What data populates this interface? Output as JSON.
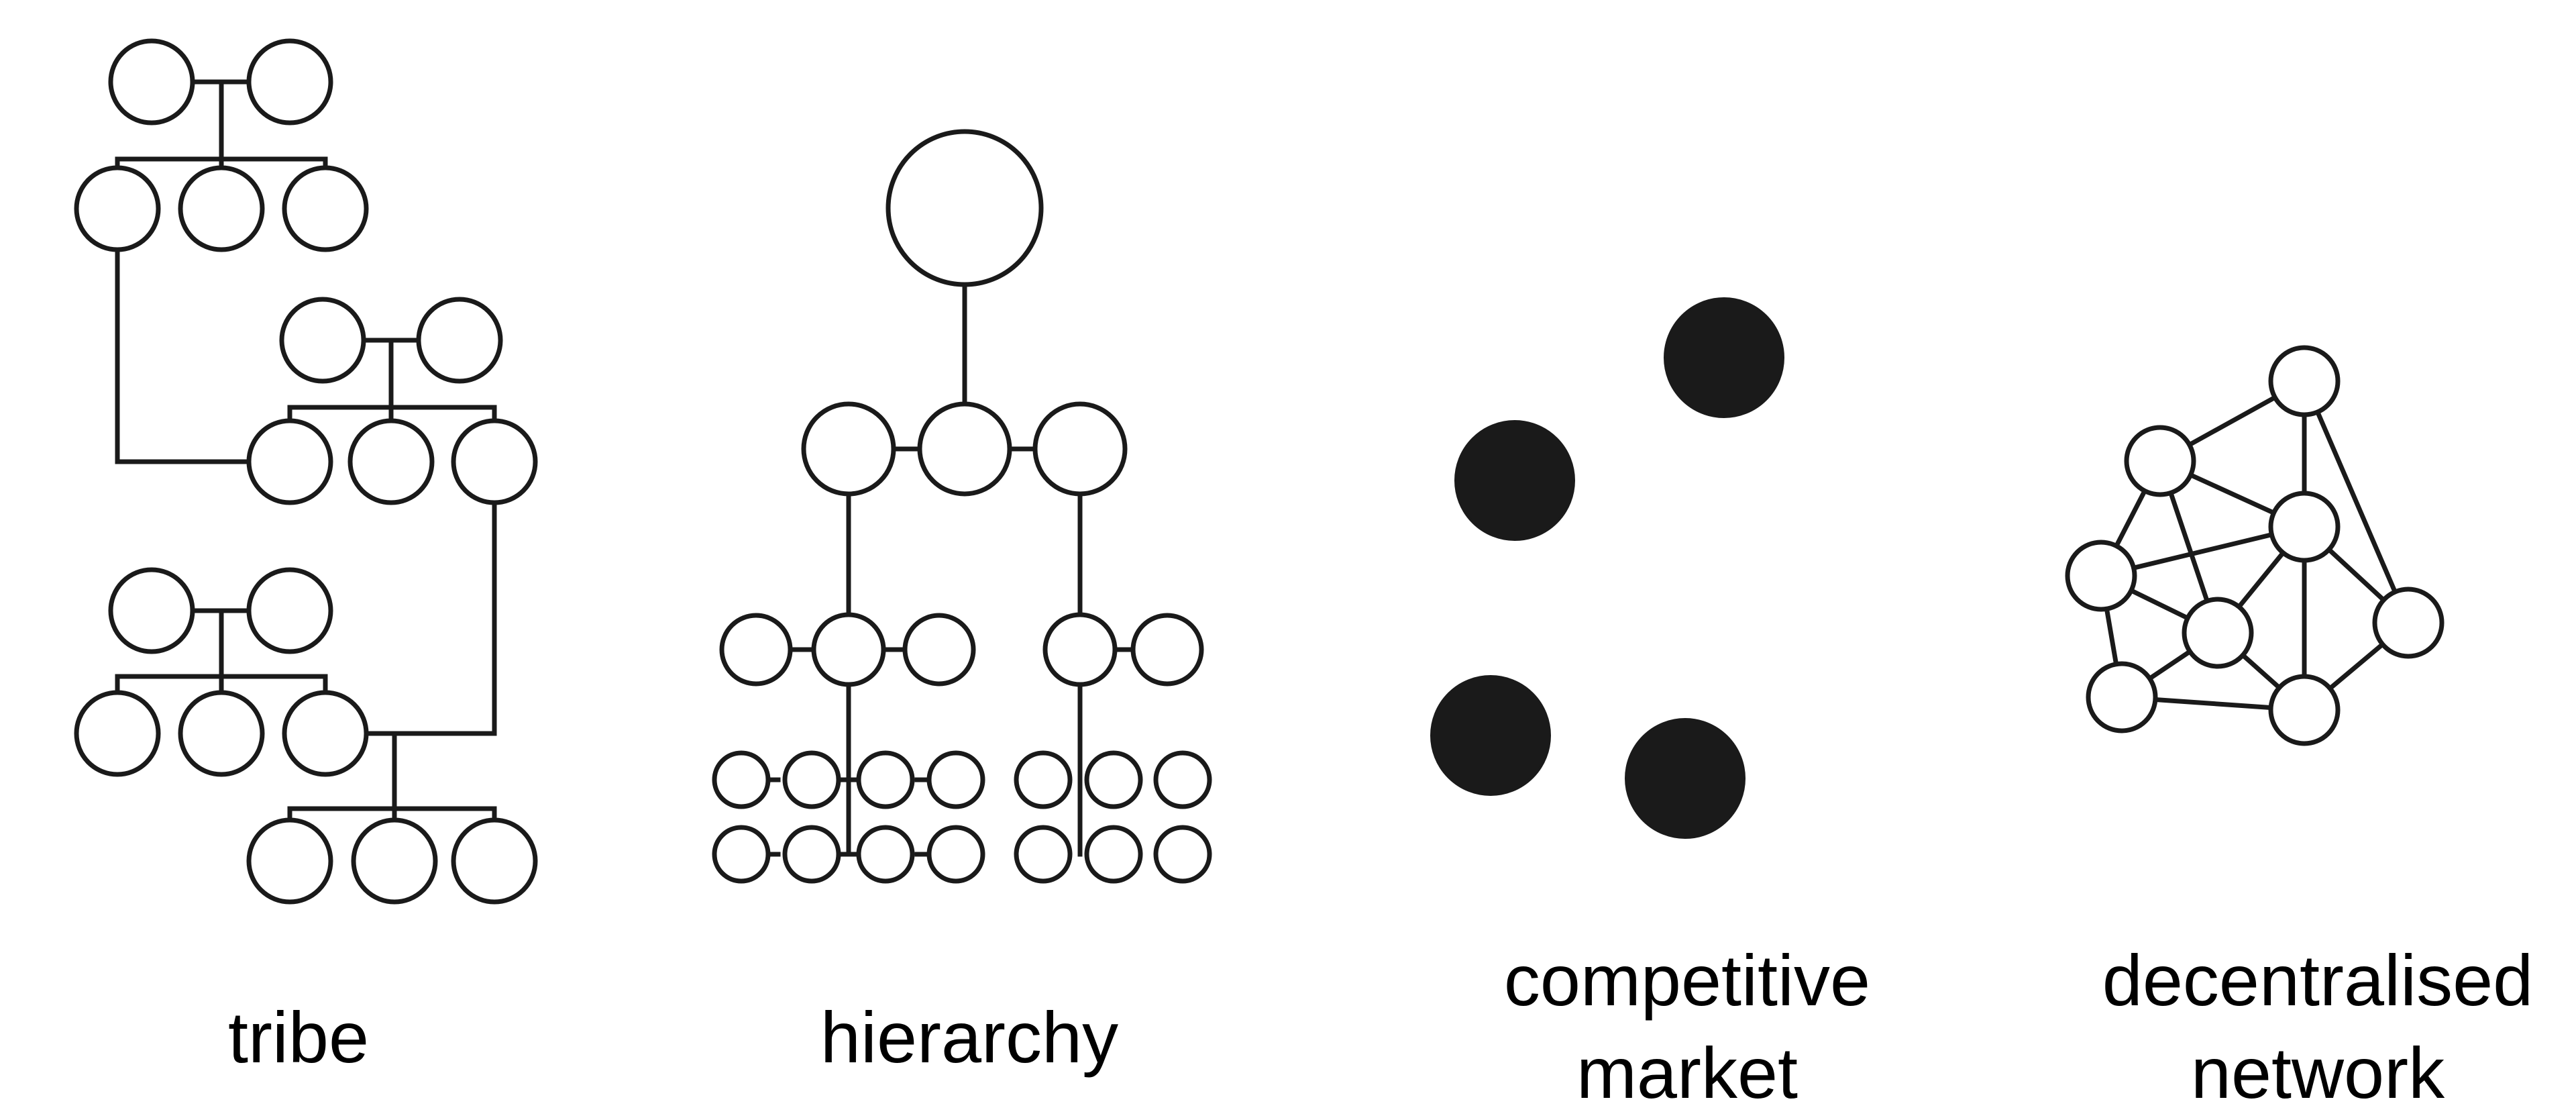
{
  "labels": {
    "tribe": "tribe",
    "hierarchy": "hierarchy",
    "market_line1": "competitive",
    "market_line2": "market",
    "network_line1": "decentralised",
    "network_line2": "network"
  },
  "colors": {
    "stroke": "#1a1a1a",
    "node_fill": "#ffffff",
    "market_fill": "#1a1a1a",
    "background": "#ffffff"
  }
}
